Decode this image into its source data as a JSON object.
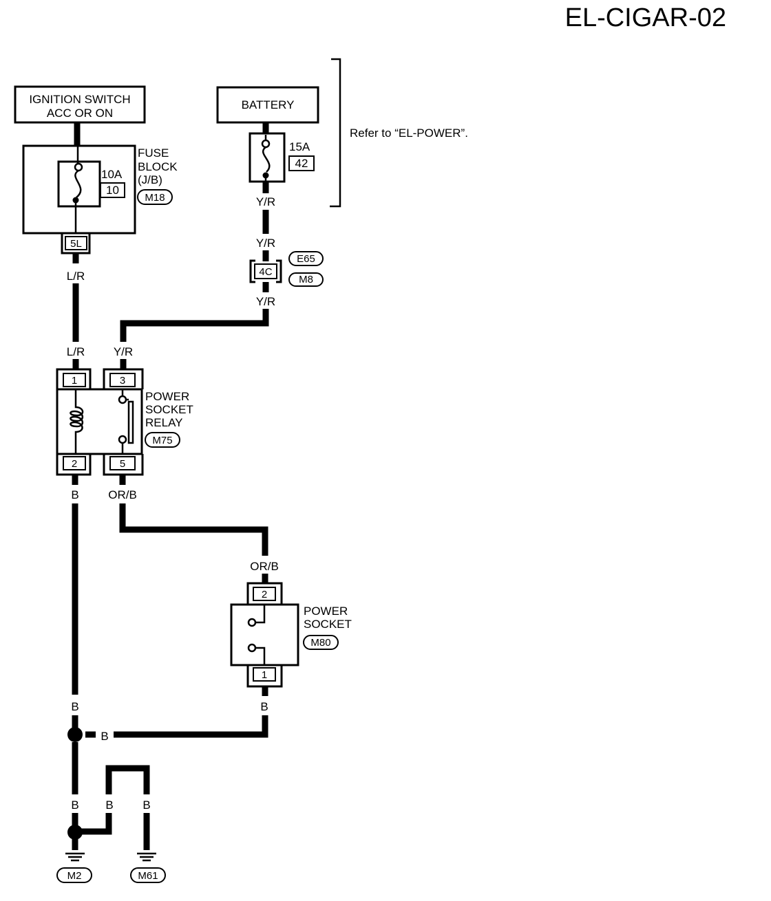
{
  "title": "EL-CIGAR-02",
  "ignition_switch": {
    "line1": "IGNITION SWITCH",
    "line2": "ACC OR ON"
  },
  "battery": {
    "label": "BATTERY"
  },
  "refer_note": "Refer to “EL-POWER”.",
  "fuse_block": {
    "name": [
      "FUSE",
      "BLOCK",
      "(J/B)"
    ],
    "connector": "M18",
    "fuse_rating": "10A",
    "fuse_number": "10",
    "terminal": "5L"
  },
  "battery_fuse": {
    "rating": "15A",
    "number": "42"
  },
  "joint_connector": {
    "terminal": "4C",
    "connectors": [
      "E65",
      "M8"
    ]
  },
  "relay": {
    "name": [
      "POWER",
      "SOCKET",
      "RELAY"
    ],
    "connector": "M75",
    "terminals": {
      "t1": "1",
      "t3": "3",
      "t2": "2",
      "t5": "5"
    }
  },
  "power_socket": {
    "name": [
      "POWER",
      "SOCKET"
    ],
    "connector": "M80",
    "terminals": {
      "t2": "2",
      "t1": "1"
    }
  },
  "grounds": [
    "M2",
    "M61"
  ],
  "wire_colors": {
    "battery_fuse_out": "Y/R",
    "joint_in": "Y/R",
    "joint_out": "Y/R",
    "relay_t3_in": "Y/R",
    "fuse_block_out": "L/R",
    "relay_t1_in": "L/R",
    "relay_t2_out": "B",
    "relay_t5_out": "OR/B",
    "socket_t2_in": "OR/B",
    "ground_trunk_upper": "B",
    "socket_t1_out": "B",
    "junction_branch": "B",
    "ground_trunk_lower": "B",
    "m61_loop_left": "B",
    "m61_loop_right": "B"
  }
}
